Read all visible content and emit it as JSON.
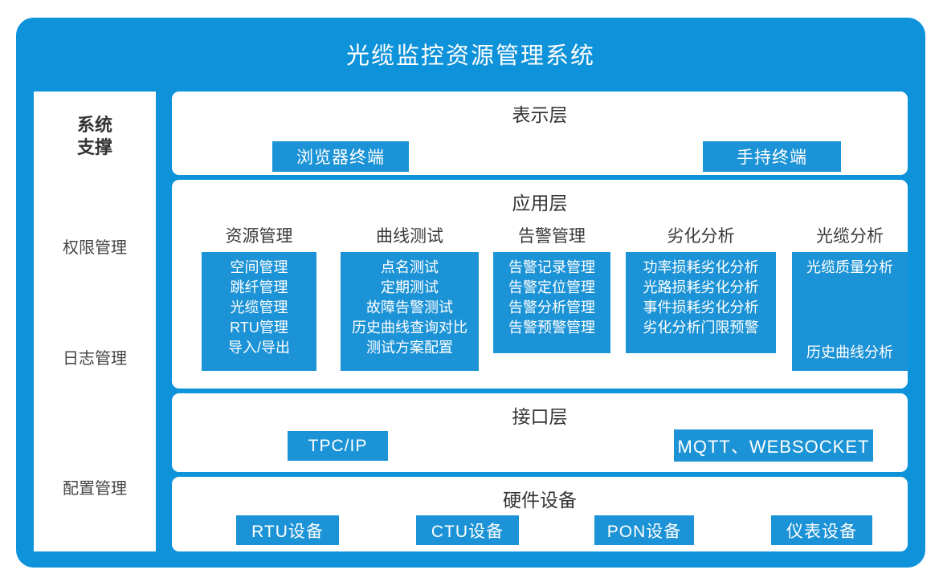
{
  "header": {
    "title": "光缆监控资源管理系统"
  },
  "colors": {
    "frame_blue": "#0e92da",
    "chip_blue": "#1c93d6",
    "panel_white": "#ffffff",
    "text_dark": "#333333"
  },
  "sidebar": {
    "title_line1": "系统",
    "title_line2": "支撑",
    "items": [
      {
        "label": "权限管理"
      },
      {
        "label": "日志管理"
      },
      {
        "label": "配置管理"
      }
    ]
  },
  "layers": {
    "presentation": {
      "title": "表示层",
      "chips": [
        {
          "label": "浏览器终端"
        },
        {
          "label": "手持终端"
        }
      ]
    },
    "application": {
      "title": "应用层",
      "columns": [
        {
          "header": "资源管理",
          "items": [
            "空间管理",
            "跳纤管理",
            "光缆管理",
            "RTU管理",
            "导入/导出"
          ]
        },
        {
          "header": "曲线测试",
          "items": [
            "点名测试",
            "定期测试",
            "故障告警测试",
            "历史曲线查询对比",
            "测试方案配置"
          ]
        },
        {
          "header": "告警管理",
          "items": [
            "告警记录管理",
            "告警定位管理",
            "告警分析管理",
            "告警预警管理"
          ]
        },
        {
          "header": "劣化分析",
          "items": [
            "功率损耗劣化分析",
            "光路损耗劣化分析",
            "事件损耗劣化分析",
            "劣化分析门限预警"
          ]
        },
        {
          "header": "光缆分析",
          "items": [
            "光缆质量分析",
            "历史曲线分析"
          ]
        }
      ]
    },
    "interface": {
      "title": "接口层",
      "chips": [
        {
          "label": "TPC/IP"
        },
        {
          "label": "MQTT、WEBSOCKET"
        }
      ]
    },
    "hardware": {
      "title": "硬件设备",
      "chips": [
        {
          "label": "RTU设备"
        },
        {
          "label": "CTU设备"
        },
        {
          "label": "PON设备"
        },
        {
          "label": "仪表设备"
        }
      ]
    }
  }
}
